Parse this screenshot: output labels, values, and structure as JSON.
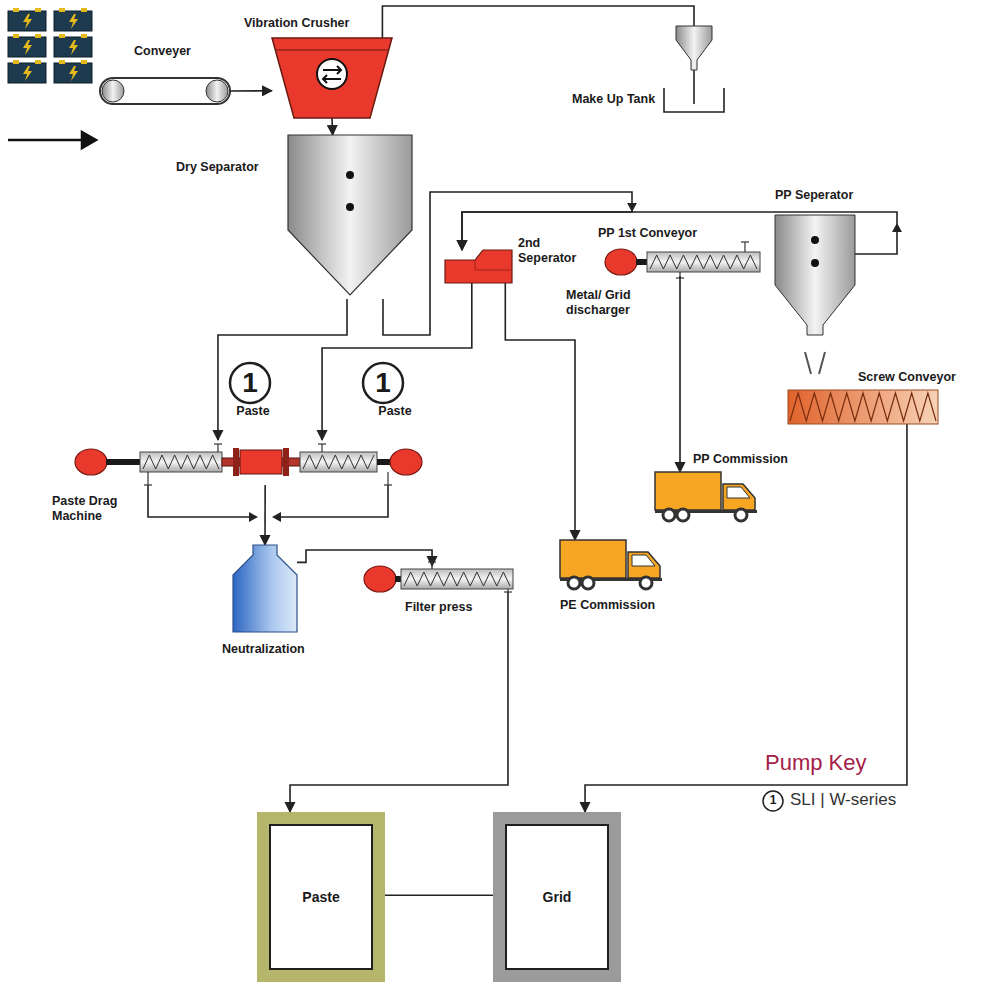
{
  "diagram": {
    "nodes": [
      {
        "text": [
          "Conveyer"
        ]
      },
      {
        "text": [
          "Vibration Crusher"
        ]
      },
      {
        "text": [
          "Make Up Tank"
        ]
      },
      {
        "text": [
          "Dry Separator"
        ]
      },
      {
        "text": [
          "2nd Seperator"
        ]
      },
      {
        "text": [
          "PP 1st Conveyor",
          "Metal/ Grid discharger"
        ]
      },
      {
        "text": [
          "PP Seperator"
        ]
      },
      {
        "text": [
          "Screw Conveyor"
        ]
      },
      {
        "text": [
          "Paste Drag Machine"
        ]
      },
      {
        "text": [
          "Neutralization"
        ]
      },
      {
        "text": [
          "Filter press"
        ]
      },
      {
        "text": [
          "PE Commission"
        ]
      },
      {
        "text": [
          "PP Commission"
        ]
      },
      {
        "text": [
          "Paste"
        ]
      },
      {
        "text": [
          "Grid"
        ]
      }
    ],
    "edges": [
      {
        "from": 0,
        "to": 1,
        "arrow": "to"
      },
      {
        "from": 1,
        "to": 2,
        "arrow": "none"
      },
      {
        "from": 1,
        "to": 3,
        "arrow": "to"
      },
      {
        "from": 3,
        "to": 8,
        "arrow": "to"
      },
      {
        "from": 3,
        "to": 4,
        "arrow": "to"
      },
      {
        "from": 6,
        "to": 4,
        "arrow": "to"
      },
      {
        "from": 4,
        "to": 8,
        "arrow": "to"
      },
      {
        "from": 4,
        "to": 11,
        "arrow": "to"
      },
      {
        "from": 5,
        "to": 12,
        "arrow": "to"
      },
      {
        "from": 8,
        "to": 9,
        "arrow": "to"
      },
      {
        "from": 9,
        "to": 10,
        "arrow": "to"
      },
      {
        "from": 10,
        "to": 13,
        "arrow": "to"
      },
      {
        "from": 7,
        "to": 14,
        "arrow": "to"
      },
      {
        "from": 13,
        "to": 14,
        "arrow": "none"
      }
    ],
    "labels": [
      "1",
      "Paste",
      "1",
      "Paste",
      "Pump Key",
      "1"
    ],
    "legend": [
      {
        "text": "SLI | W-series"
      }
    ]
  }
}
